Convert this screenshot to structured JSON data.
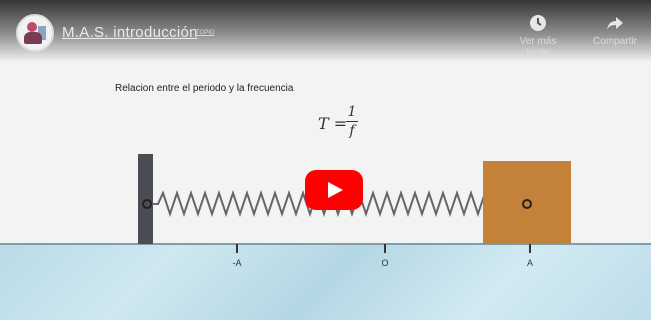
{
  "header": {
    "title": "M.A.S. introducción",
    "title_suffix": "TOPIO",
    "watch_later_label": "Ver más tarde",
    "share_label": "Compartir"
  },
  "content": {
    "description": "Relacion entre el periodo y la frecuencia",
    "formula": {
      "lhs": "T =",
      "numerator": "1",
      "denominator": "f"
    },
    "axis_labels": {
      "neg_a": "-A",
      "origin": "O",
      "pos_a": "A"
    }
  },
  "icons": {
    "watch_later": "clock-icon",
    "share": "share-arrow-icon",
    "play": "youtube-play-icon"
  },
  "colors": {
    "play_button": "#ff0000",
    "mass_block": "#c4813a",
    "wall": "#4a4d52",
    "floor": "#bfdde8"
  }
}
